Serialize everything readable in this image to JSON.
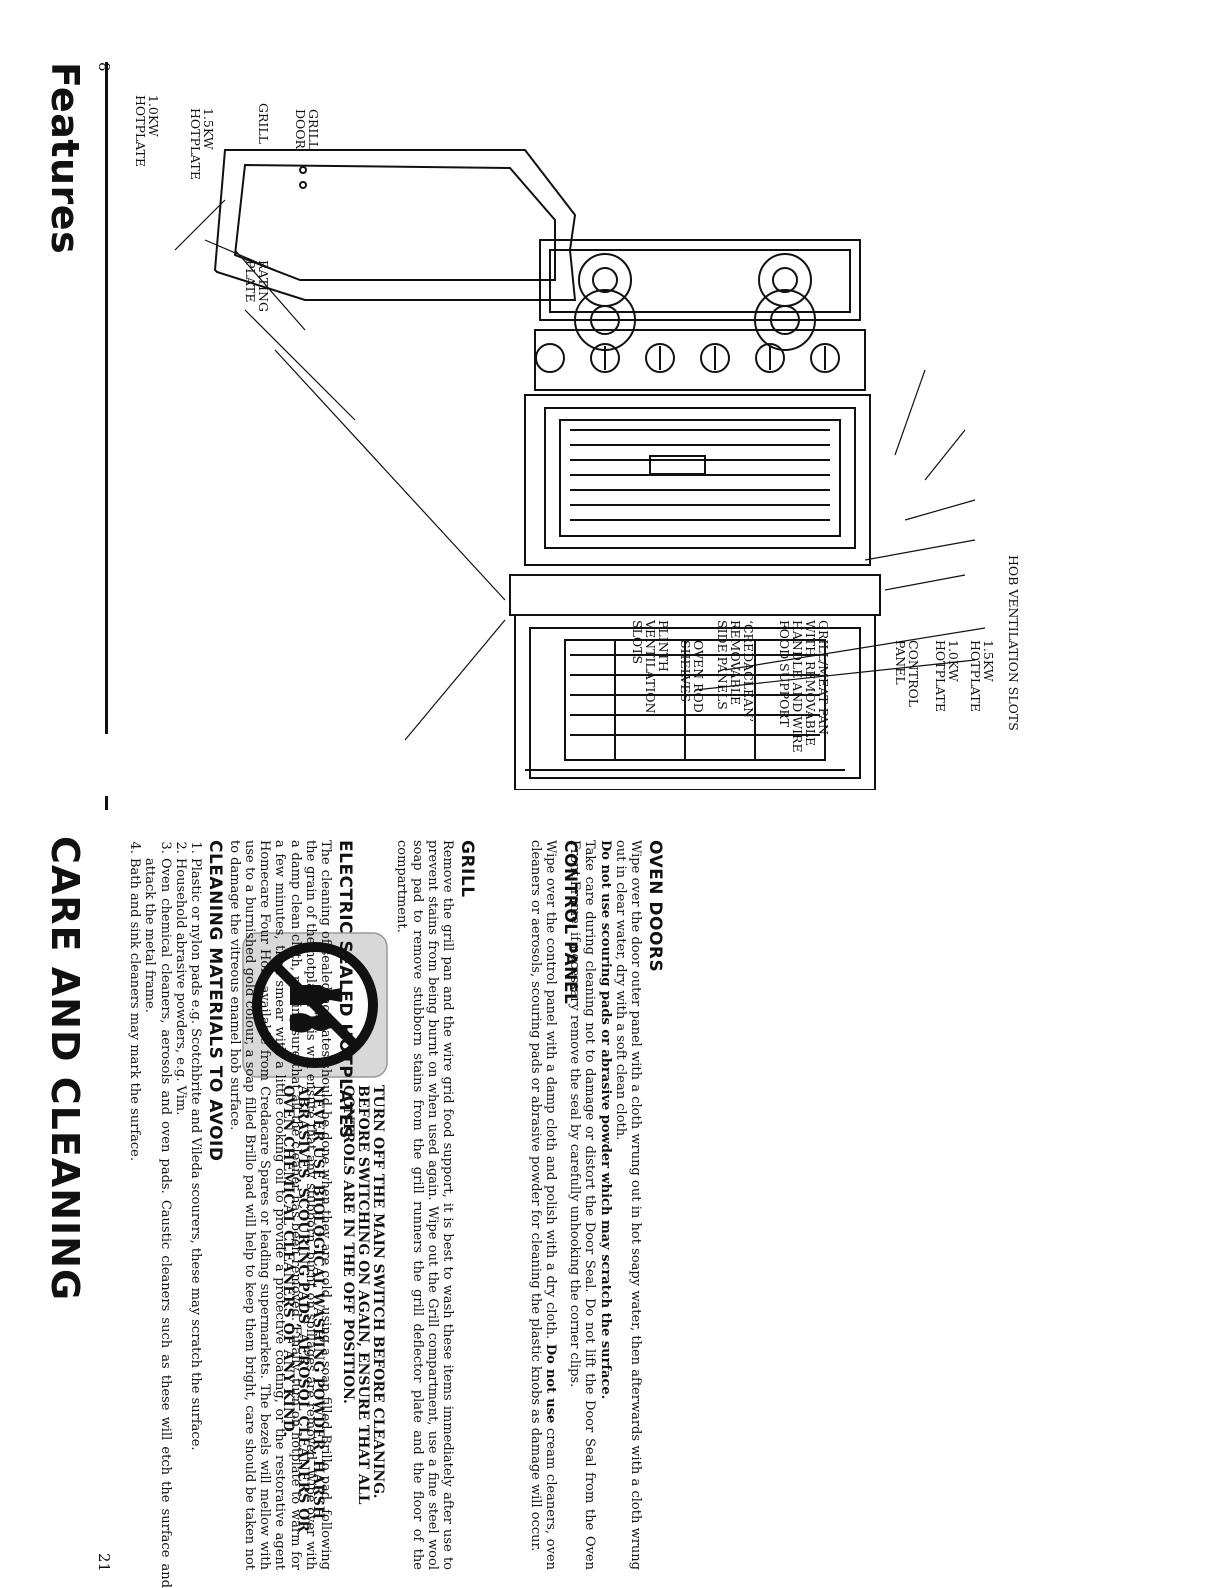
{
  "left_page": {
    "page_number": "8",
    "title": "Features",
    "callouts": {
      "hotplate_1_0_left": "1.0kW\nHOTPLATE",
      "hotplate_1_5_left": "1.5kW\nHOTPLATE",
      "grill": "GRILL",
      "grill_door": "GRILL\nDOOR",
      "rating_plate": "RATING\nPLATE",
      "hob_ventilation": "HOB VENTILATION SLOTS",
      "hotplate_1_5_right": "1.5kW\nHOTPLATE",
      "hotplate_1_0_right": "1.0kW\nHOTPLATE",
      "control_panel": "CONTROL\nPANEL",
      "grill_meat_pan": "GRILL/MEAT PAN\nWITH REMOVABLE\nHANDLE AND WIRE\nFOOD SUPPORT",
      "side_panels": "‘CREDACLEAN’\nREMOVABLE\nSIDE PANELS",
      "oven_shelves": "OVEN ROD\nSHELVES",
      "plinth_ventilation": "PLINTH\nVENTILATION\nSLOTS"
    }
  },
  "right_page": {
    "page_number": "21",
    "title": "CARE AND CLEANING",
    "warning_1": "TURN OFF THE MAIN SWITCH BEFORE CLEANING. BEFORE SWITCHING ON AGAIN, ENSURE THAT ALL CONTROLS ARE IN THE OFF POSITION.",
    "warning_2": "NEVER USE BIOLOGICAL WASHING POWDER, HARSH ABRASIVES, SCOURING PADS, AEROSOL CLEANERS OR OVEN CHEMICAL CLEANERS OF ANY KIND.",
    "materials_heading": "CLEANING MATERIALS TO AVOID",
    "materials_items": [
      "Plastic or nylon pads e.g. Scotchbrite and Vileda scourers, these may scratch the surface.",
      "Household abrasive powders, e.g. Vim.",
      "Oven chemical cleaners, aerosols and oven pads. Caustic cleaners such as these will etch the surface and attack the metal frame.",
      "Bath and sink cleaners may mark the surface."
    ],
    "hotplates_heading": "ELECTRIC SEALED HOTPLATES",
    "hotplates_text": "The cleaning of sealed hotplates should be done when they are cold, using a soap filled Brillo pad, following the grain of the hotplate. This will ensure that any stubborn, burnt on spillages are removed. Wipe over with a damp clean cloth, making sure that all the cleaner has been removed. Finally, turn on hotplate to warm for a few minutes, then smear with a little cooking oil to provide a protective coating, or the restorative agent Homecare Four Hob, available from Credacare Spares or leading supermarkets. The bezels will mellow with use to a burnished gold colour, a soap filled Brillo pad will help to keep them bright, care should be taken not to damage the vitreous enamel hob surface.",
    "grill_heading": "GRILL",
    "grill_text": "Remove the grill pan and the wire grid food support, it is best to wash these items immediately after use to prevent stains from being burnt on when used again. Wipe out the Grill compartment, use a fine steel wool soap pad to remove stubborn stains from the grill runners the grill deflector plate and the floor of the compartment.",
    "control_heading": "CONTROL PANEL",
    "control_text_1": "Wipe over the control panel with a damp cloth and polish with a dry cloth.",
    "control_bold_1": "Do not use",
    "control_text_2": "cream cleaners, oven cleaners or aerosols, scouring pads or abrasive powder for cleaning the plastic knobs as damage will occur.",
    "doors_heading": "OVEN DOORS",
    "doors_text_1": "Wipe over the door outer panel with a cloth wrung out in hot soapy water, then afterwards with a cloth wrung out in clear water, dry with a soft clean cloth.",
    "doors_bold": "Do not use scouring pads or abrasive powder which may scratch the surface.",
    "doors_text_2": "Take care during cleaning not to damage or distort the Door Seal. Do not lift the Door Seal from the Oven Front Frame, if necessary remove the seal by carefully unhooking the corner clips."
  }
}
